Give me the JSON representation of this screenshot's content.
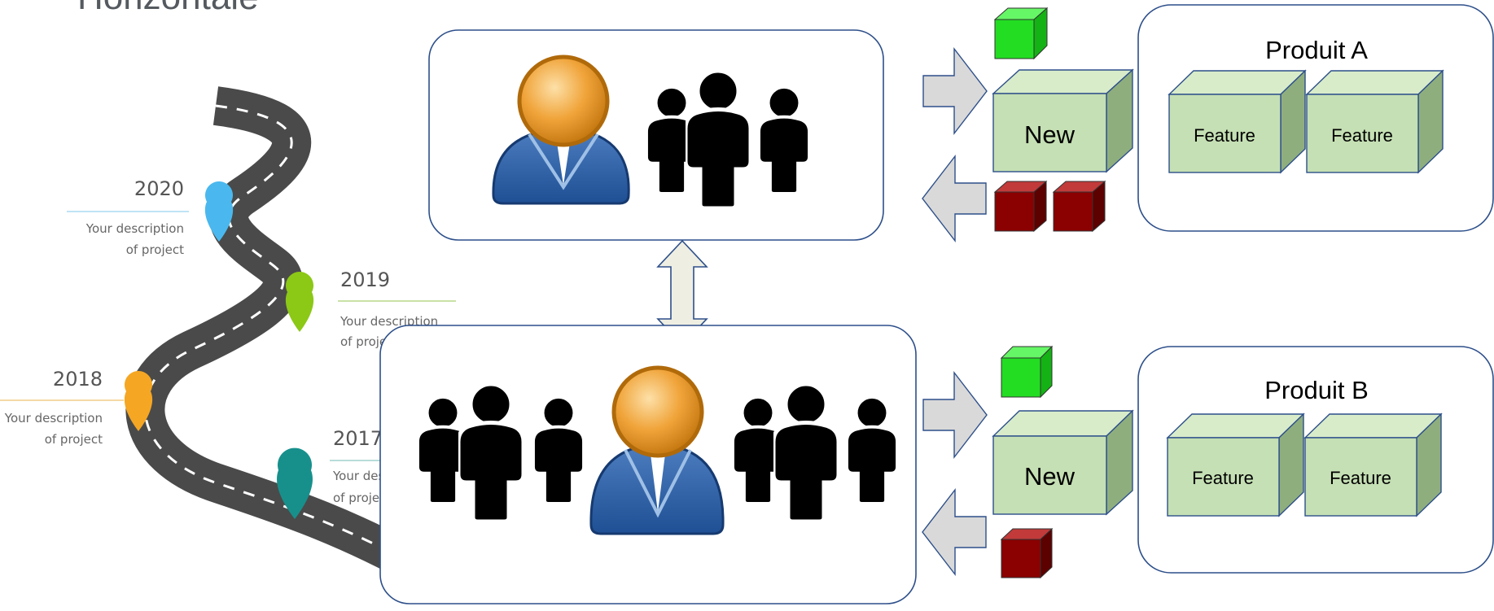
{
  "slide_title": "Horizontale",
  "timeline": {
    "milestones": [
      {
        "year": "2020",
        "line1": "Your description",
        "line2": "of project",
        "pin_color": "#4ab8ee"
      },
      {
        "year": "2019",
        "line1": "Your description",
        "line2": "of project",
        "pin_color": "#8cc816"
      },
      {
        "year": "2018",
        "line1": "Your description",
        "line2": "of project",
        "pin_color": "#f5a623"
      },
      {
        "year": "2017",
        "line1": "Your description",
        "line2": "of project",
        "pin_color": "#17908c"
      }
    ]
  },
  "products": [
    {
      "name": "Produit A",
      "new_label": "New",
      "features": [
        "Feature",
        "Feature"
      ]
    },
    {
      "name": "Produit B",
      "new_label": "New",
      "features": [
        "Feature",
        "Feature"
      ]
    }
  ],
  "colors": {
    "panel_border": "#2d4f8a",
    "cube_face": "#c5e0b4",
    "cube_side": "#8fae7e",
    "new_cube_green": "#22dd22",
    "removed_cube_red": "#8b0000",
    "arrow_fill": "#d9d9d9",
    "double_arrow_fill": "#eeeee2"
  }
}
